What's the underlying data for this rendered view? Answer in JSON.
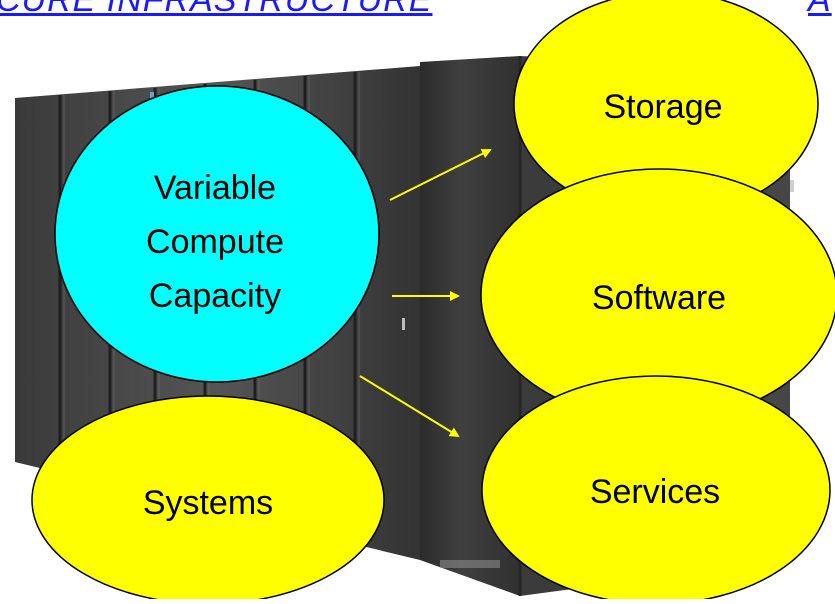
{
  "header": {
    "link_left": "CURE INFRASTRUCTURE",
    "link_right": "A"
  },
  "diagram": {
    "center": {
      "lines": [
        "Variable",
        "Compute",
        "Capacity"
      ]
    },
    "nodes": {
      "storage": "Storage",
      "software": "Software",
      "services": "Services",
      "systems": "Systems"
    }
  },
  "colors": {
    "center_fill": "#00ffff",
    "node_fill": "#ffff00",
    "arrow": "#ffff00",
    "link": "#1a1aff"
  }
}
